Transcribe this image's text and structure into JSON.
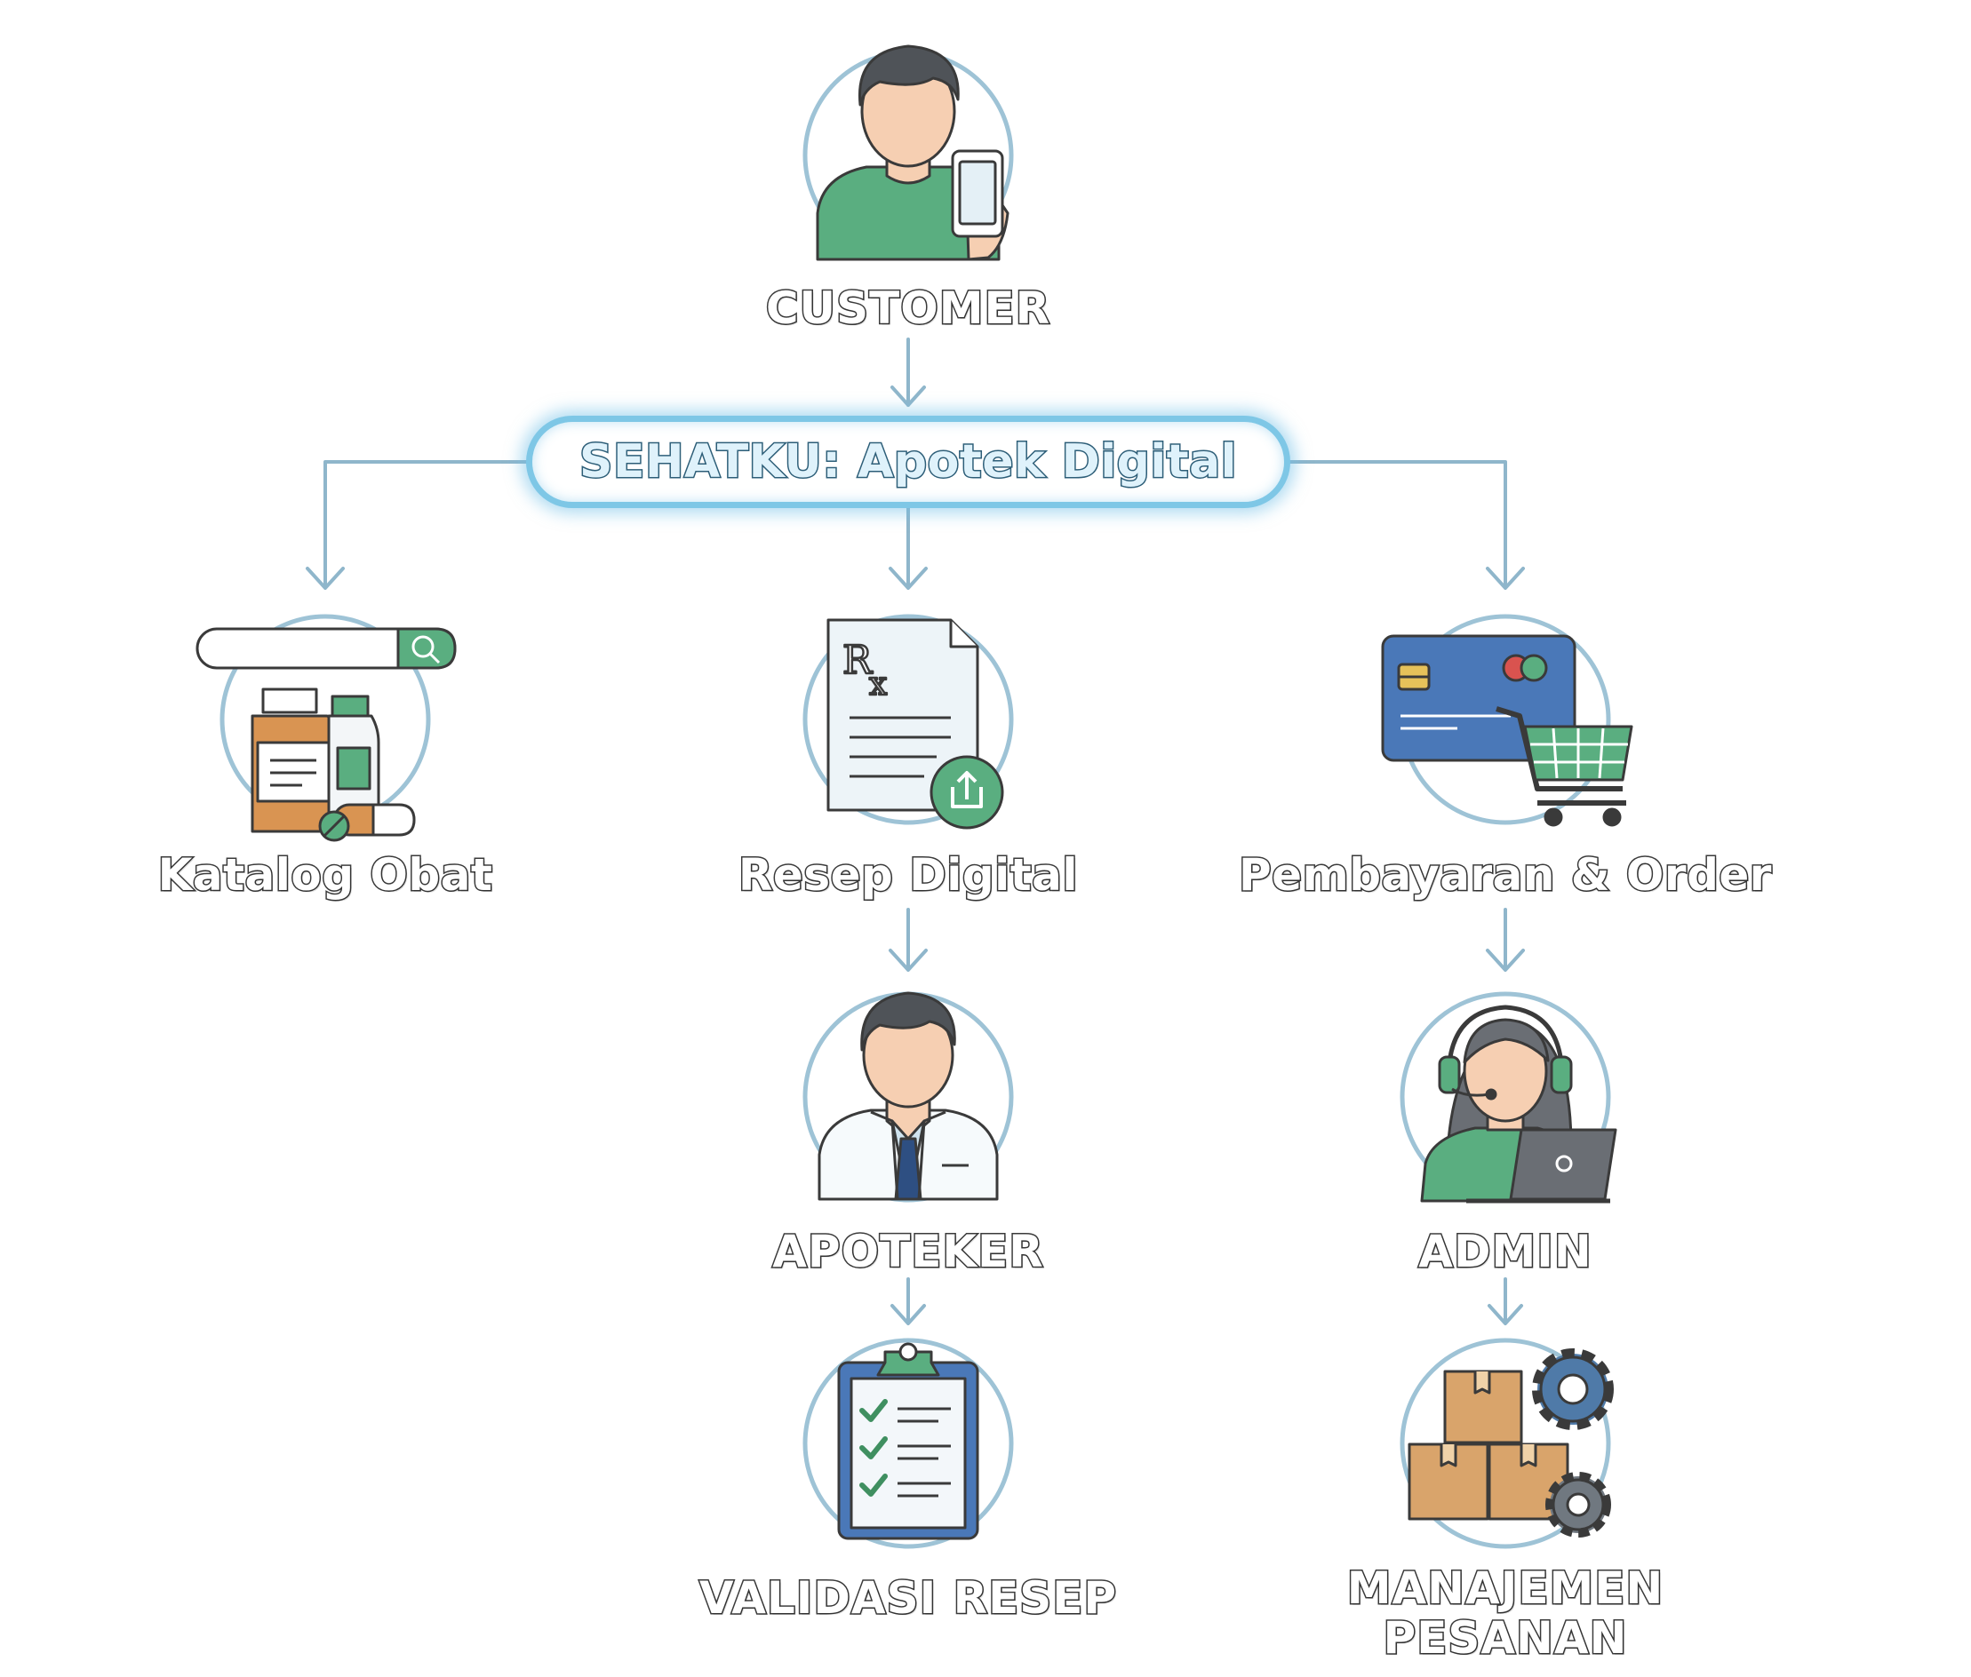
{
  "diagram": {
    "hub": {
      "label": "SEHATKU: Apotek Digital"
    },
    "nodes": {
      "customer": {
        "label": "CUSTOMER",
        "icon": "customer-phone-icon"
      },
      "katalog": {
        "label": "Katalog Obat",
        "icon": "medicine-catalog-icon"
      },
      "resep": {
        "label": "Resep Digital",
        "icon": "prescription-upload-icon"
      },
      "pembayaran": {
        "label": "Pembayaran & Order",
        "icon": "card-cart-icon"
      },
      "apoteker": {
        "label": "APOTEKER",
        "icon": "pharmacist-icon"
      },
      "validasi": {
        "label": "VALIDASI RESEP",
        "icon": "clipboard-checklist-icon"
      },
      "admin": {
        "label": "ADMIN",
        "icon": "admin-headset-icon"
      },
      "manajemen": {
        "label_line1": "MANAJEMEN",
        "label_line2": "PESANAN",
        "icon": "boxes-gears-icon"
      }
    },
    "colors": {
      "ring": "#9ec3d6",
      "arrow": "#8fb6cb",
      "hub_glow": "#7ec7e6",
      "skin": "#f6cfb2",
      "hair": "#4f5358",
      "green": "#5aae80",
      "orange": "#d99452",
      "blue_card": "#4a78b8",
      "box": "#d9a46b",
      "gear_blue": "#4f7aa8",
      "gear_gray": "#707880"
    }
  }
}
